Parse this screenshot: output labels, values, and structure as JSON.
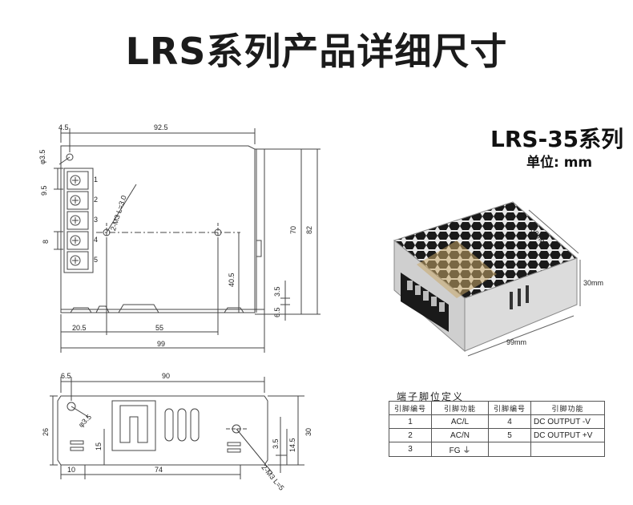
{
  "title": "LRS系列产品详细尺寸",
  "series": "LRS-35系列",
  "unit": "单位: mm",
  "top_view": {
    "dims": {
      "left_margin": "4.5",
      "width_top": "92.5",
      "hole_dia": "φ3.5",
      "terminal_offset": "9.5",
      "mount_holes": "2-M3 L=3.0",
      "pitch": "8",
      "height_inner": "70",
      "height_total": "82",
      "hole_height": "40.5",
      "gap1": "3.5",
      "gap2": "6.5",
      "base_left": "20.5",
      "base_span": "55",
      "length_total": "99"
    },
    "terminals": [
      "1",
      "2",
      "3",
      "4",
      "5"
    ]
  },
  "side_view": {
    "dims": {
      "left_margin": "6.5",
      "width_top": "90",
      "hole_dia": "φ3.5",
      "height_left": "26",
      "slot_height": "15",
      "gap1": "3.5",
      "hole_height": "14.5",
      "height_total": "30",
      "base_left": "10",
      "base_span": "74",
      "mount_holes": "2-M3 L=5"
    }
  },
  "photo": {
    "dim_depth": "82mm",
    "dim_height": "30mm",
    "dim_length": "99mm"
  },
  "pin_table": {
    "title": "端子脚位定义",
    "headers": [
      "引脚编号",
      "引脚功能",
      "引脚编号",
      "引脚功能"
    ],
    "rows": [
      [
        "1",
        "AC/L",
        "4",
        "DC OUTPUT -V"
      ],
      [
        "2",
        "AC/N",
        "5",
        "DC OUTPUT +V"
      ],
      [
        "3",
        "FG ⏚",
        "",
        ""
      ]
    ]
  }
}
